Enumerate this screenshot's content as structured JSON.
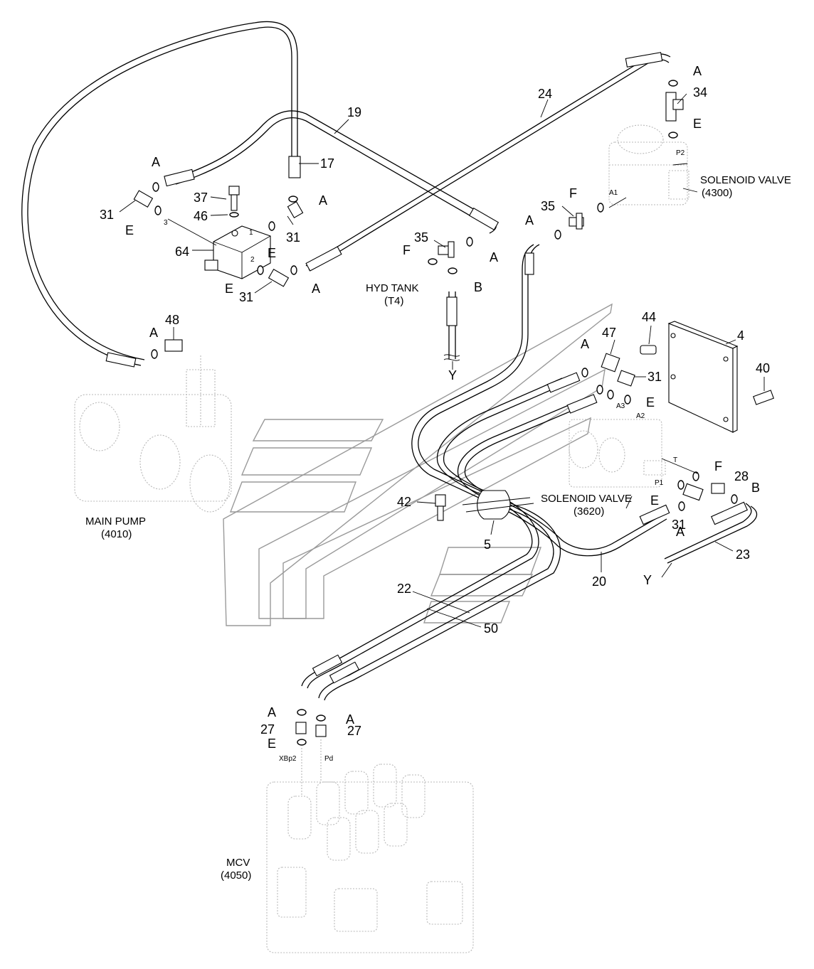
{
  "parts": {
    "p17": "17",
    "p19": "19",
    "p24": "24",
    "p34": "34",
    "p37": "37",
    "p46": "46",
    "p64": "64",
    "p31a": "31",
    "p31b": "31",
    "p31c": "31",
    "p31d": "31",
    "p31e": "31",
    "p35a": "35",
    "p35b": "35",
    "p48": "48",
    "p44": "44",
    "p47": "47",
    "p4": "4",
    "p40": "40",
    "p42": "42",
    "p5": "5",
    "p28": "28",
    "p23": "23",
    "p20": "20",
    "p22": "22",
    "p50": "50",
    "p27a": "27",
    "p27b": "27"
  },
  "letters": {
    "a1": "A",
    "a2": "A",
    "a3": "A",
    "a4": "A",
    "a5": "A",
    "a6": "A",
    "a7": "A",
    "a8": "A",
    "a9": "A",
    "a10": "A",
    "a11": "A",
    "e1": "E",
    "e2": "E",
    "e3": "E",
    "e4": "E",
    "e5": "E",
    "e6": "E",
    "e7": "E",
    "f1": "F",
    "f2": "F",
    "f3": "F",
    "b1": "B",
    "b2": "B",
    "y1": "Y",
    "y2": "Y"
  },
  "components": {
    "solenoid_4300": [
      "SOLENOID VALVE",
      "(4300)"
    ],
    "solenoid_3620": [
      "SOLENOID VALVE",
      "(3620)"
    ],
    "main_pump": [
      "MAIN PUMP",
      "(4010)"
    ],
    "hyd_tank": [
      "HYD TANK",
      "(T4)"
    ],
    "mcv": [
      "MCV",
      "(4050)"
    ]
  },
  "ports": {
    "p2": "P2",
    "a1": "A1",
    "a2": "A2",
    "a3": "A3",
    "p1": "P1",
    "t": "T",
    "xbp2": "XBp2",
    "pd": "Pd",
    "blk1": "1",
    "blk2": "2",
    "blk3": "3"
  }
}
